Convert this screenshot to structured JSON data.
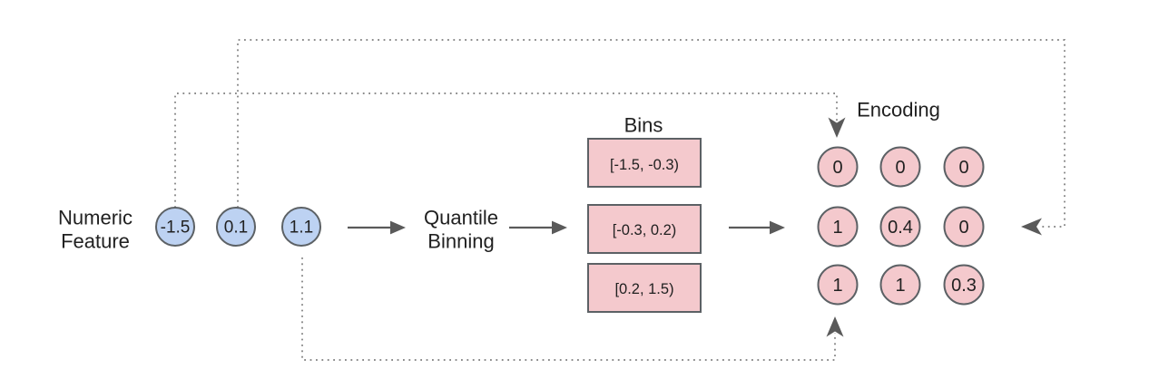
{
  "diagram": {
    "labels": {
      "numeric_feature_line1": "Numeric",
      "numeric_feature_line2": "Feature",
      "process_line1": "Quantile",
      "process_line2": "Binning",
      "bins_title": "Bins",
      "encoding_title": "Encoding"
    },
    "input_values": [
      "-1.5",
      "0.1",
      "1.1"
    ],
    "bins": [
      "[-1.5, -0.3)",
      "[-0.3, 0.2)",
      "[0.2, 1.5)"
    ],
    "encoding_grid": [
      [
        "0",
        "0",
        "0"
      ],
      [
        "1",
        "0.4",
        "0"
      ],
      [
        "1",
        "1",
        "0.3"
      ]
    ],
    "colors": {
      "input_fill": "#bdd2f2",
      "bin_fill": "#f4c9cd",
      "shape_stroke": "#5c6165",
      "arrow": "#5a5a5a",
      "dotted": "#7c7c7c",
      "text": "#212121"
    }
  }
}
